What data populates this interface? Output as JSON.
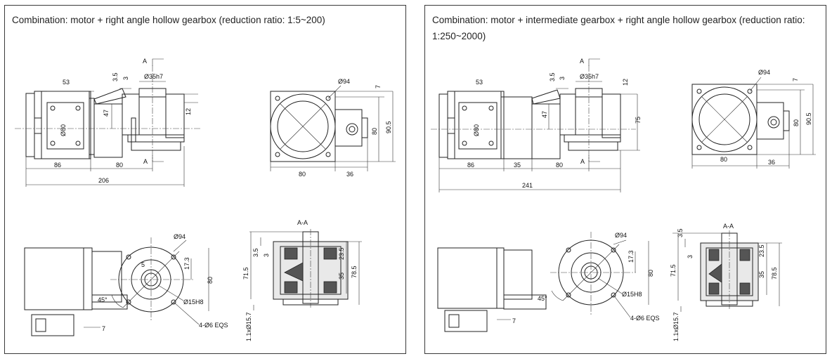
{
  "left": {
    "title": "Combination: motor + right angle hollow gearbox (reduction ratio: 1:5~200)",
    "dims_top": {
      "section_a": "A",
      "section_a_bottom": "A",
      "shaft_dia": "Ø35h7",
      "d_3_5": "3.5",
      "d_3": "3",
      "d_53": "53",
      "d_47": "47",
      "d_12": "12",
      "d_phi80": "Ø80",
      "d_86": "86",
      "d_80": "80",
      "d_206": "206"
    },
    "dims_side": {
      "d_phi94": "Ø94",
      "d_7": "7",
      "d_80h": "80",
      "d_36": "36",
      "d_80v": "80",
      "d_90_5": "90.5"
    },
    "dims_bottom": {
      "d_phi94": "Ø94",
      "d_5": "5",
      "d_17_3": "17.3",
      "d_80": "80",
      "d_45": "45°",
      "d_phi15": "Ø15H8",
      "d_holes": "4-Ø6 EQS",
      "d_7": "7"
    },
    "section": {
      "title": "A-A",
      "d_3_5": "3.5",
      "d_3": "3",
      "d_71_5": "71.5",
      "d_23_5": "23.5",
      "d_35": "35",
      "d_78_5": "78.5",
      "d_key": "1.1xØ15.7"
    }
  },
  "right": {
    "title": "Combination: motor + intermediate gearbox + right angle hollow gearbox (reduction ratio: 1:250~2000)",
    "dims_top": {
      "section_a": "A",
      "section_a_bottom": "A",
      "shaft_dia": "Ø35h7",
      "d_3_5": "3.5",
      "d_3": "3",
      "d_53": "53",
      "d_47": "47",
      "d_12": "12",
      "d_75": "75",
      "d_phi80": "Ø80",
      "d_86": "86",
      "d_35": "35",
      "d_80": "80",
      "d_241": "241"
    },
    "dims_side": {
      "d_phi94": "Ø94",
      "d_7": "7",
      "d_80h": "80",
      "d_36": "36",
      "d_80v": "80",
      "d_90_5": "90.5"
    },
    "dims_bottom": {
      "d_phi94": "Ø94",
      "d_17_3": "17.3",
      "d_80": "80",
      "d_45": "45°",
      "d_phi15": "Ø15H8",
      "d_holes": "4-Ø6 EQS",
      "d_7": "7"
    },
    "section": {
      "title": "A-A",
      "d_3_5": "3.5",
      "d_3": "3",
      "d_71_5": "71.5",
      "d_23_5": "23.5",
      "d_35": "35",
      "d_78_5": "78.5",
      "d_key": "1.1xØ15.7"
    }
  }
}
